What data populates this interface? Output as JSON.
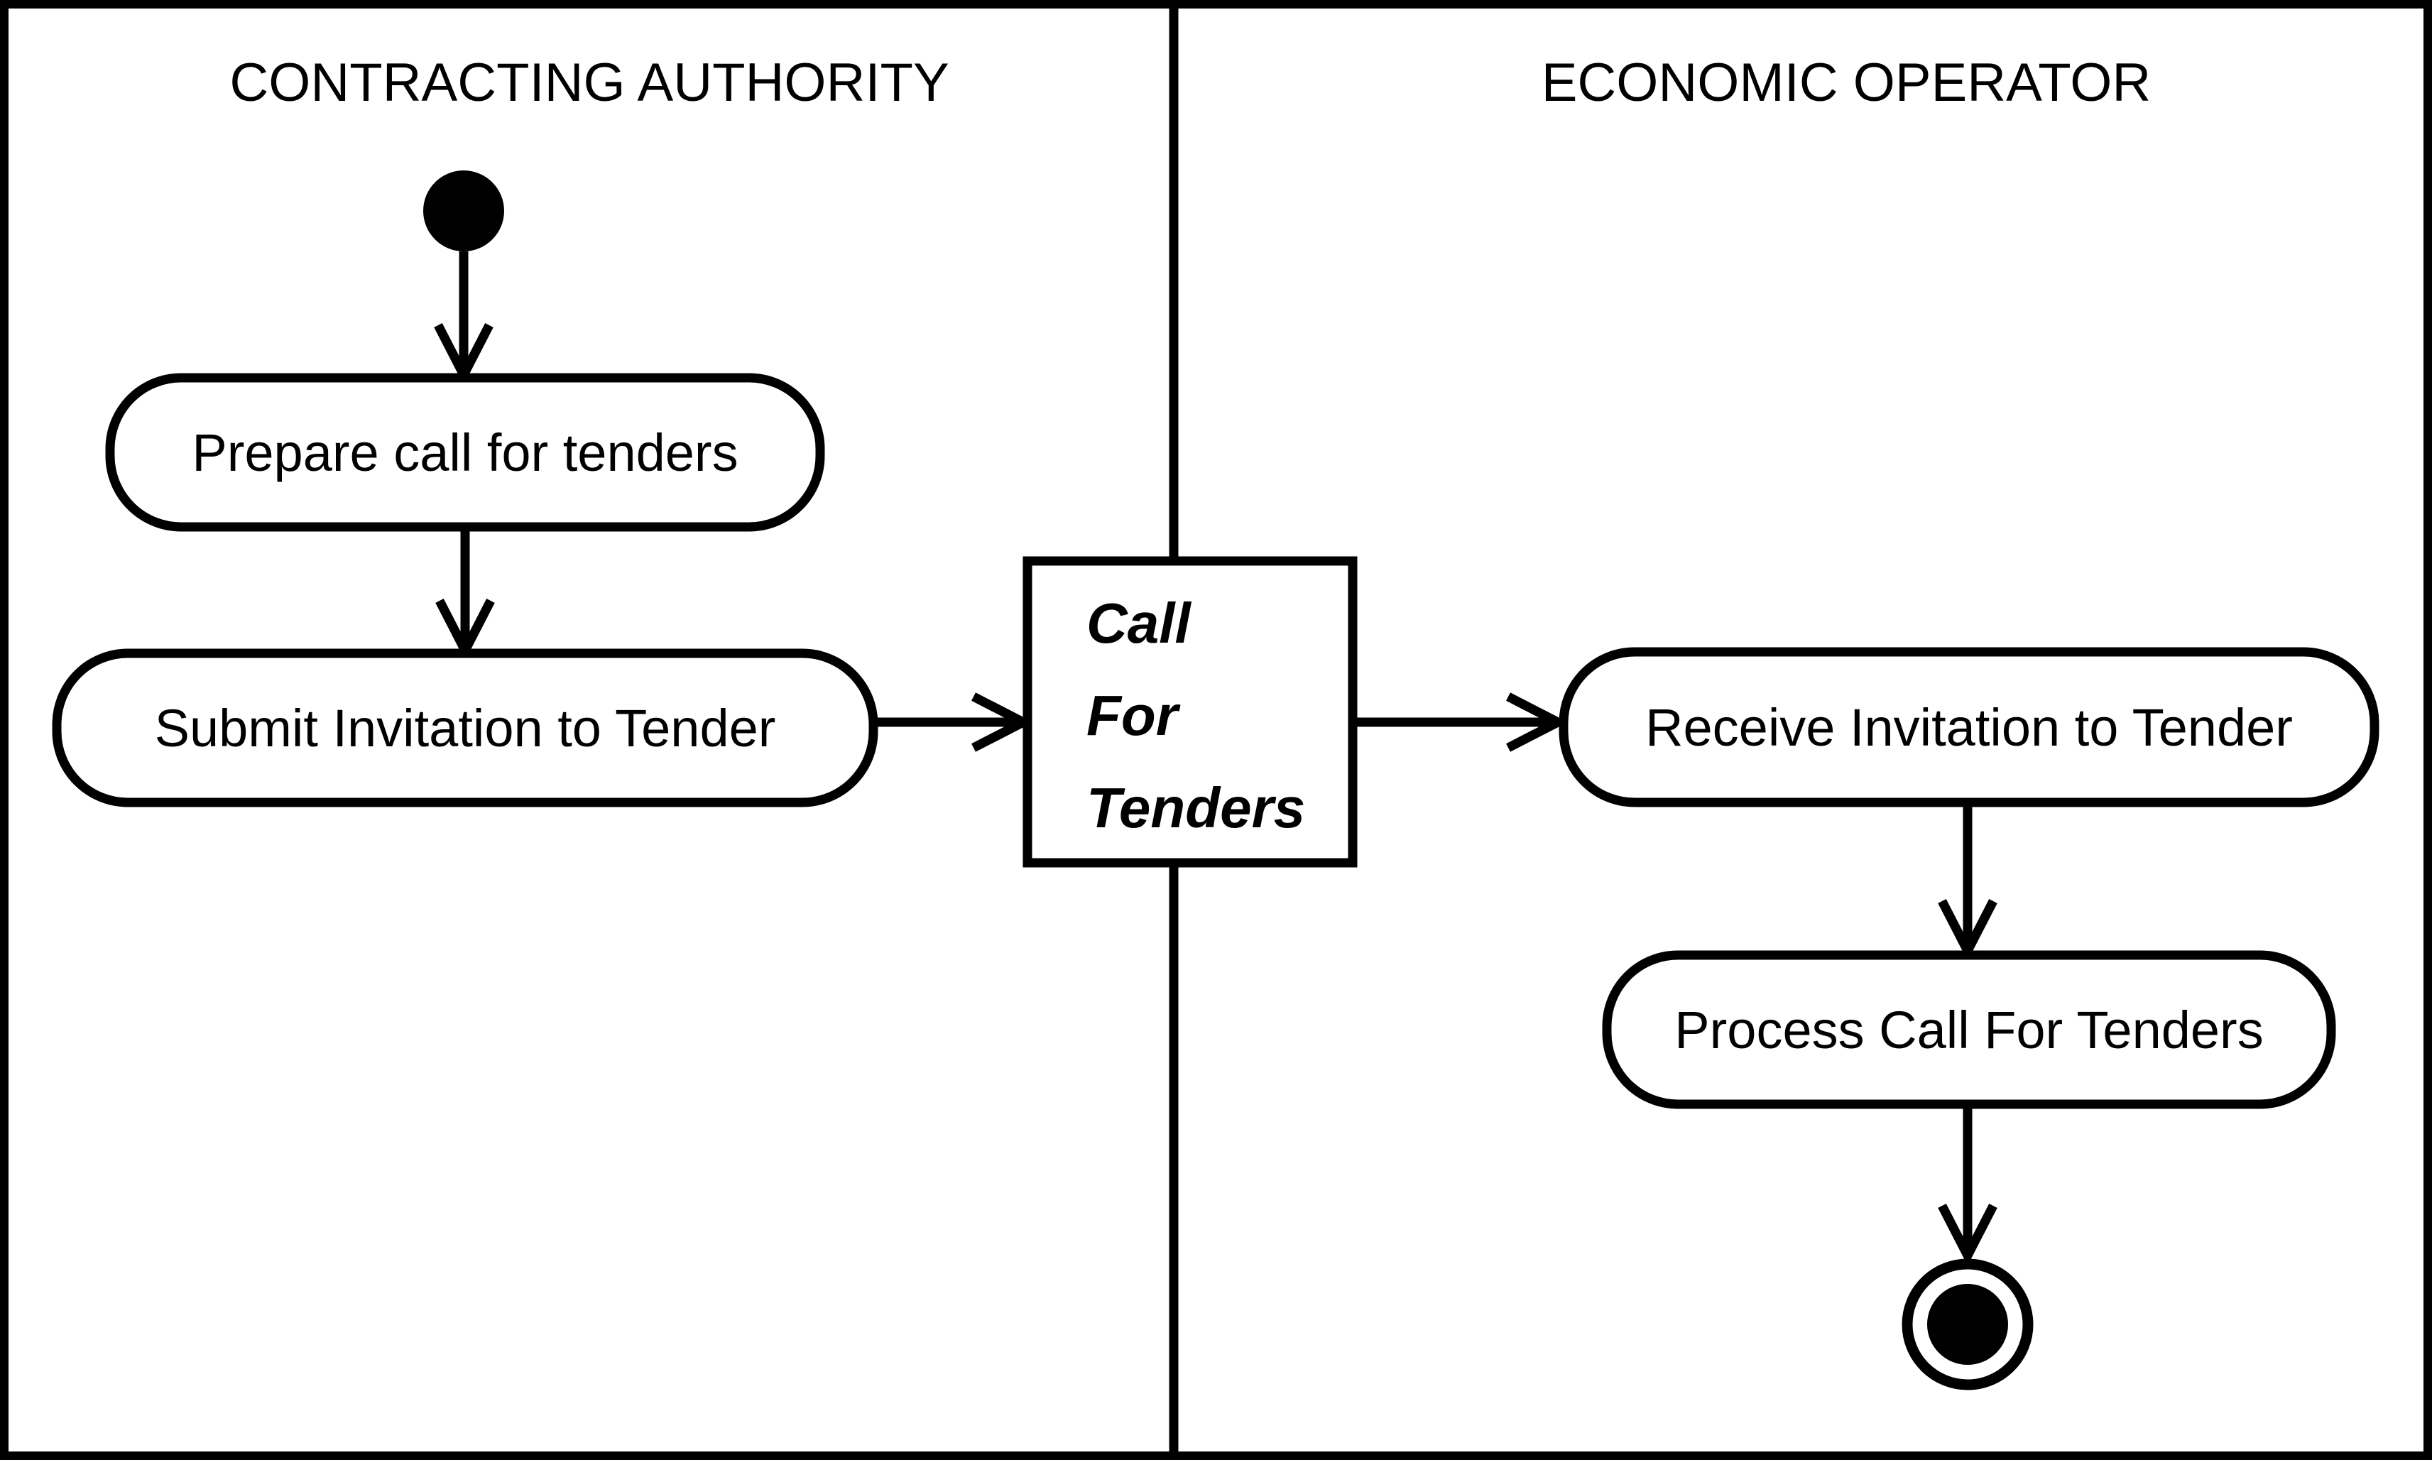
{
  "diagram": {
    "type": "uml-activity-swimlane",
    "colors": {
      "ink": "#000000",
      "background": "#ffffff"
    },
    "lanes": {
      "left": {
        "title": "CONTRACTING AUTHORITY"
      },
      "right": {
        "title": "ECONOMIC OPERATOR"
      }
    },
    "nodes": {
      "start": {
        "kind": "initial-node"
      },
      "prepare": {
        "label": "Prepare call for tenders"
      },
      "submit": {
        "label": "Submit Invitation to Tender"
      },
      "object": {
        "lines": [
          "Call",
          "For",
          "Tenders"
        ]
      },
      "receive": {
        "label": "Receive Invitation to Tender"
      },
      "process": {
        "label": "Process Call For Tenders"
      },
      "end": {
        "kind": "final-node"
      }
    }
  }
}
